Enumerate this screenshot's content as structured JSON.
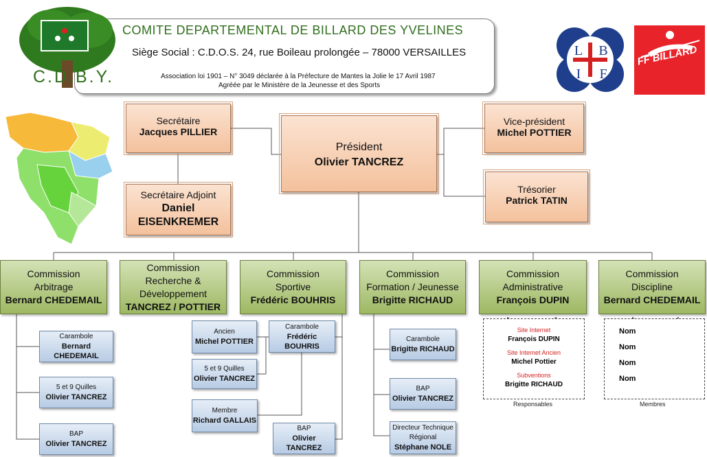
{
  "header": {
    "title": "COMITE DEPARTEMENTAL DE BILLARD DES YVELINES",
    "address": "Siège Social :  C.D.O.S.  24, rue Boileau prolongée  –  78000 VERSAILLES",
    "association": "Association loi 1901 – N° 3049 déclarée à la Préfecture de Mantes la Jolie le 17 Avril 1987",
    "agreement": "Agréée par le Ministère de la Jeunesse et des Sports",
    "acronym": "C.D.B.Y."
  },
  "logos": {
    "lbif_letters": [
      "L",
      "B",
      "I",
      "F"
    ],
    "ff_billard": "FF BILLARD"
  },
  "bureau": {
    "president": {
      "role": "Président",
      "name": "Olivier TANCREZ"
    },
    "secretaire": {
      "role": "Secrétaire",
      "name": "Jacques PILLIER"
    },
    "secretaire_adjoint": {
      "role": "Secrétaire Adjoint",
      "name1": "Daniel",
      "name2": "EISENKREMER"
    },
    "vice_president": {
      "role": "Vice-président",
      "name": "Michel POTTIER"
    },
    "tresorier": {
      "role": "Trésorier",
      "name": "Patrick TATIN"
    }
  },
  "commissions": [
    {
      "line1": "Commission",
      "line2": "Arbitrage",
      "name": "Bernard CHEDEMAIL"
    },
    {
      "line1": "Commission",
      "line2": "Recherche &",
      "line3": "Développement",
      "name": "TANCREZ / POTTIER"
    },
    {
      "line1": "Commission",
      "line2": "Sportive",
      "name": "Frédéric BOUHRIS"
    },
    {
      "line1": "Commission",
      "line2": "Formation / Jeunesse",
      "name": "Brigitte RICHAUD"
    },
    {
      "line1": "Commission",
      "line2": "Administrative",
      "name": "François DUPIN"
    },
    {
      "line1": "Commission",
      "line2": "Discipline",
      "name": "Bernard CHEDEMAIL"
    }
  ],
  "arbitrage": [
    {
      "role": "Carambole",
      "name": "Bernard CHEDEMAIL"
    },
    {
      "role": "5 et 9 Quilles",
      "name": "Olivier TANCREZ"
    },
    {
      "role": "BAP",
      "name": "Olivier TANCREZ"
    }
  ],
  "sportive": {
    "ancien": {
      "role": "Ancien",
      "name": "Michel POTTIER"
    },
    "quilles": {
      "role": "5 et 9 Quilles",
      "name": "Olivier TANCREZ"
    },
    "membre": {
      "role": "Membre",
      "name": "Richard GALLAIS"
    },
    "carambole": {
      "role": "Carambole",
      "name": "Frédéric BOUHRIS"
    },
    "bap": {
      "role": "BAP",
      "name": "Olivier TANCREZ"
    }
  },
  "formation": [
    {
      "role": "Carambole",
      "name": "Brigitte RICHAUD"
    },
    {
      "role": "BAP",
      "name": "Olivier TANCREZ"
    },
    {
      "role": "Directeur Technique",
      "role2": "Régional",
      "name": "Stéphane NOLE"
    }
  ],
  "administrative": {
    "items": [
      {
        "label": "Site Internet",
        "name": "François DUPIN"
      },
      {
        "label": "Site Internet Ancien",
        "name": "Michel Pottier"
      },
      {
        "label": "Subventions",
        "name": "Brigitte RICHAUD"
      }
    ],
    "caption": "Responsables"
  },
  "discipline": {
    "items": [
      "Nom",
      "Nom",
      "Nom",
      "Nom"
    ],
    "caption": "Membres"
  },
  "colors": {
    "green_text": "#2f6e1c",
    "orange_box": "#f4c19c",
    "green_box": "#9db862",
    "blue_box": "#b7cbe4",
    "red_text": "#d42020",
    "ff_red": "#e8232a",
    "lbif_blue": "#1f3f8c"
  }
}
